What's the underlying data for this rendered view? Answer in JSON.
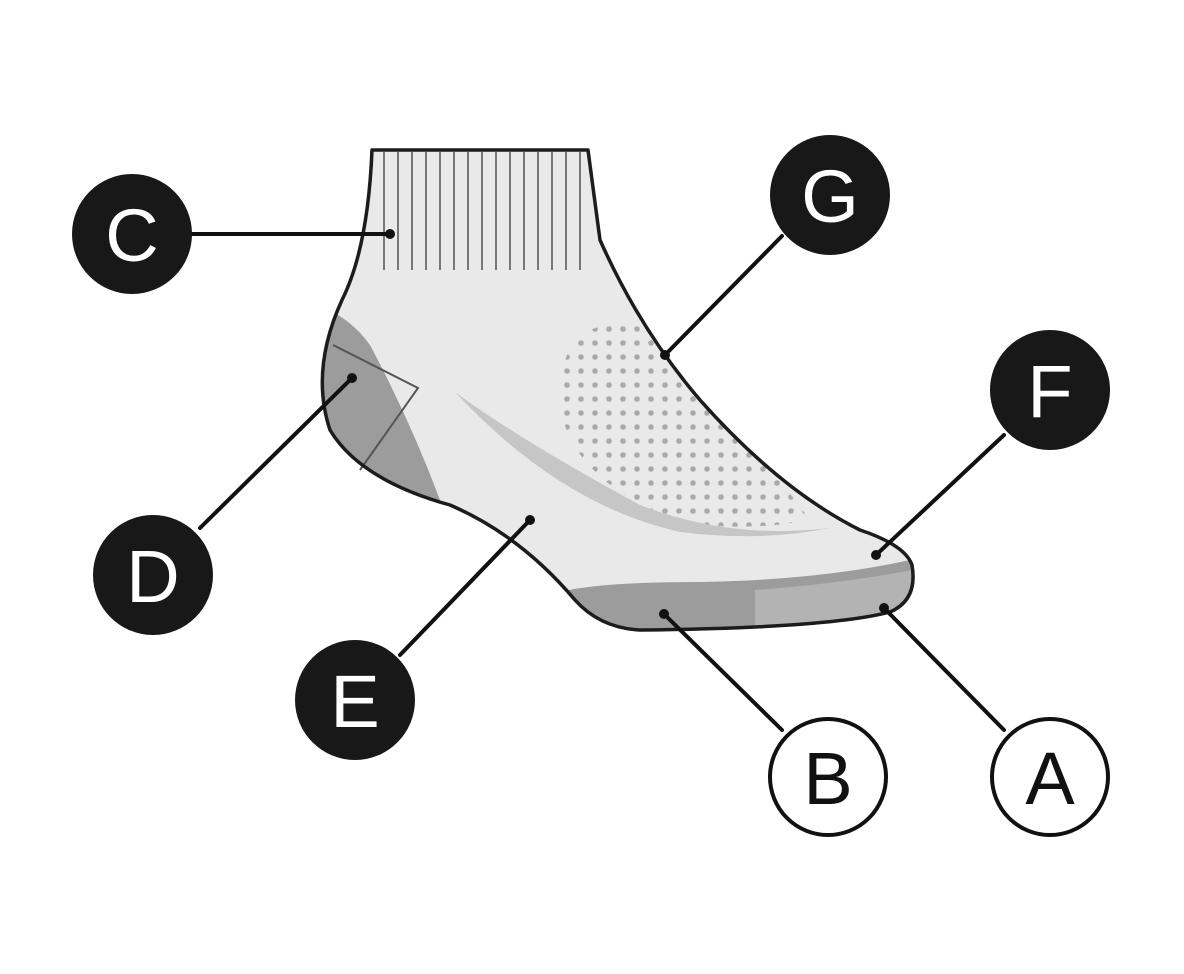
{
  "colors": {
    "sock_fill": "#e9e9e9",
    "cushion": "#9c9c9c",
    "cushion_light": "#c6c6c6",
    "outline": "#1c1c1c",
    "dots": "#a9a9a9",
    "badge_dark": "#181818",
    "badge_light": "#ffffff"
  },
  "labels": {
    "a": "A",
    "b": "B",
    "c": "C",
    "d": "D",
    "e": "E",
    "f": "F",
    "g": "G"
  }
}
